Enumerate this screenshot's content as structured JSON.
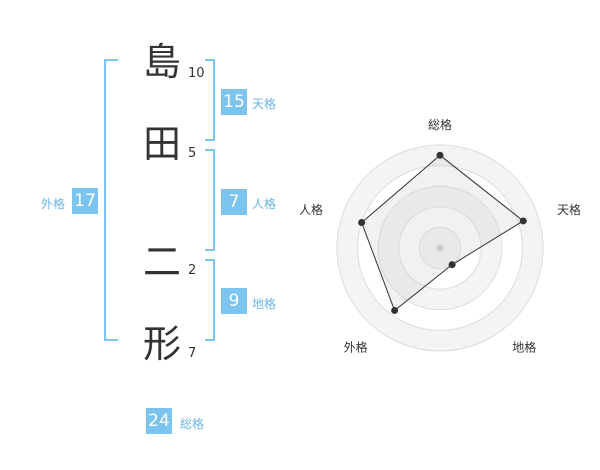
{
  "colors": {
    "accent": "#7cc4ee",
    "accent_text": "#6bb5e6",
    "char": "#333333"
  },
  "name": {
    "characters": [
      {
        "char": "島",
        "strokes": "10"
      },
      {
        "char": "田",
        "strokes": "5"
      },
      {
        "char": "二",
        "strokes": "2"
      },
      {
        "char": "形",
        "strokes": "7"
      }
    ]
  },
  "kaku": {
    "tenkaku": {
      "value": "15",
      "label": "天格"
    },
    "jinkaku": {
      "value": "7",
      "label": "人格"
    },
    "chikaku": {
      "value": "9",
      "label": "地格"
    },
    "gaikaku": {
      "value": "17",
      "label": "外格"
    },
    "soukaku": {
      "value": "24",
      "label": "総格"
    }
  },
  "chart_data": {
    "type": "radar",
    "axes": [
      "総格",
      "天格",
      "地格",
      "外格",
      "人格"
    ],
    "values": [
      0.9,
      0.85,
      0.2,
      0.75,
      0.8
    ],
    "range": [
      0,
      1
    ],
    "rings": 5
  }
}
